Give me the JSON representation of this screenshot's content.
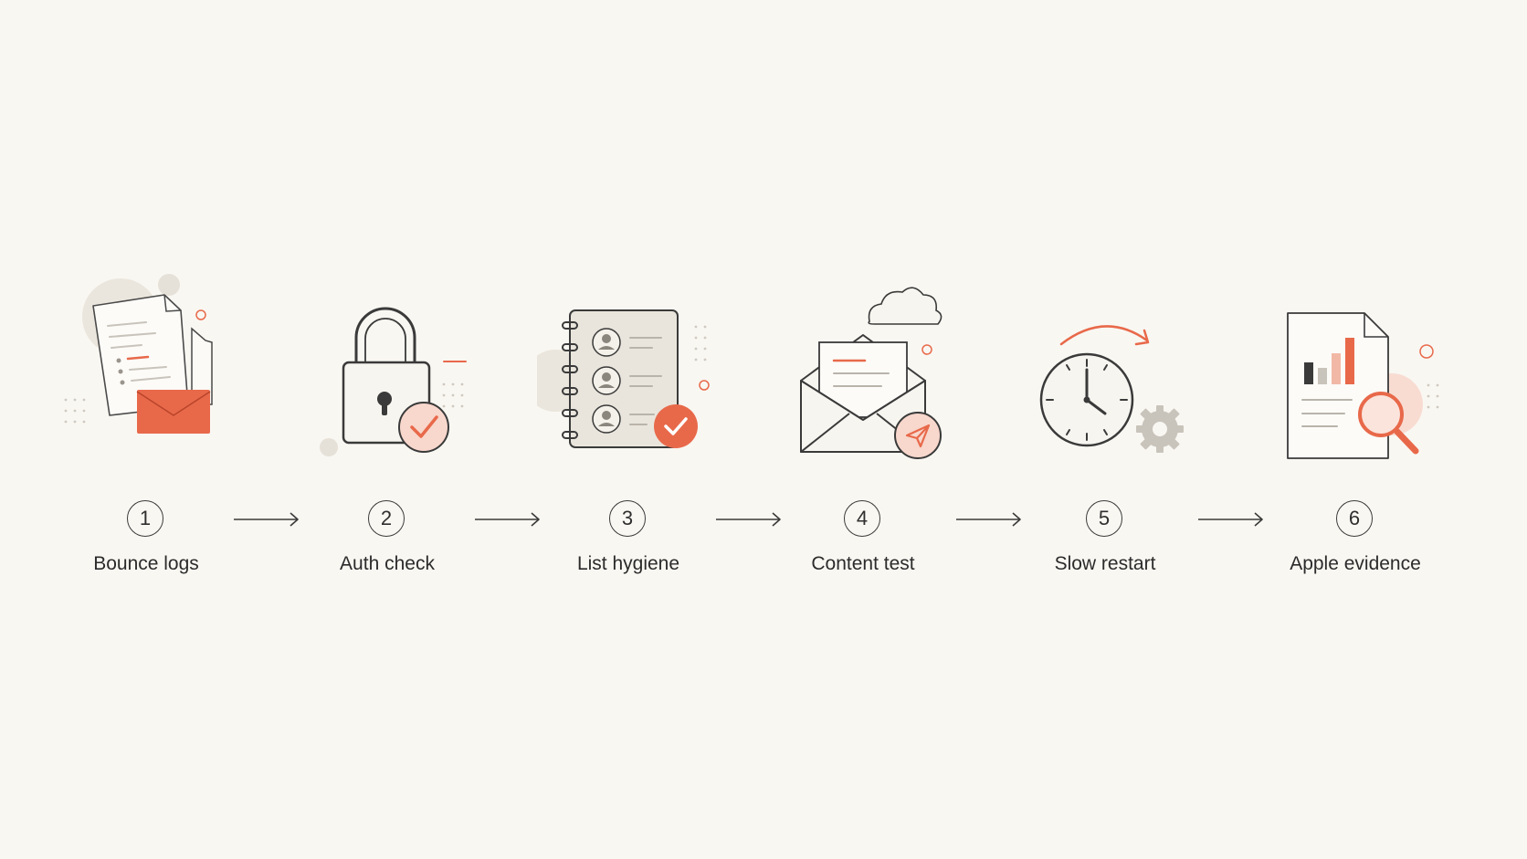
{
  "colors": {
    "background": "#f9f7f2",
    "accent": "#e8694a",
    "accent_light": "#f8d7cc",
    "ink": "#3a3a3a",
    "muted": "#e6e1d8",
    "gray": "#b9b4ab"
  },
  "steps": [
    {
      "number": "1",
      "label": "Bounce logs",
      "icon": "document-envelope-icon"
    },
    {
      "number": "2",
      "label": "Auth check",
      "icon": "padlock-check-icon"
    },
    {
      "number": "3",
      "label": "List hygiene",
      "icon": "contact-list-check-icon"
    },
    {
      "number": "4",
      "label": "Content test",
      "icon": "envelope-send-icon"
    },
    {
      "number": "5",
      "label": "Slow restart",
      "icon": "clock-gear-icon"
    },
    {
      "number": "6",
      "label": "Apple evidence",
      "icon": "report-magnifier-icon"
    }
  ]
}
